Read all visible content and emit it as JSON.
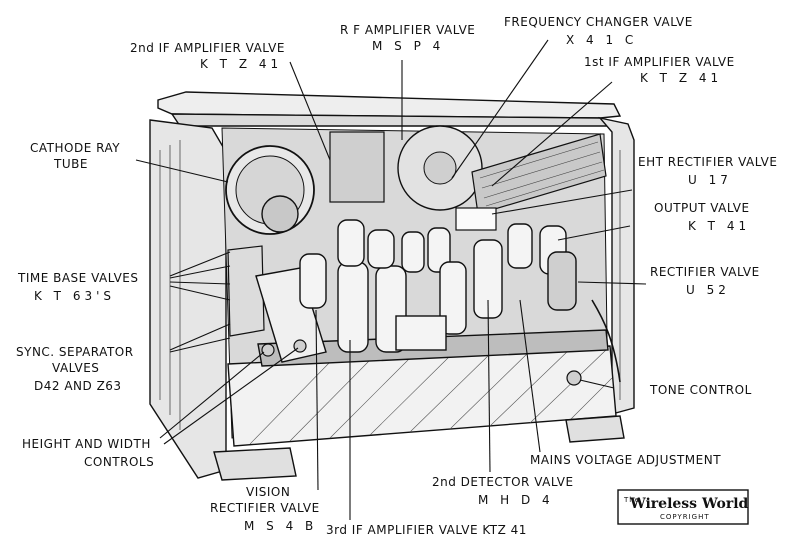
{
  "labels": {
    "if2_title": "2nd IF AMPLIFIER VALVE",
    "if2_code": "K T Z 41",
    "rf_title": "R F AMPLIFIER VALVE",
    "rf_code": "M S P 4",
    "fc_title": "FREQUENCY CHANGER VALVE",
    "fc_code": "X 4 1 C",
    "if1_title": "1st IF AMPLIFIER VALVE",
    "if1_code": "K T Z 41",
    "crt_line1": "CATHODE RAY",
    "crt_line2": "TUBE",
    "eht_title": "EHT RECTIFIER VALVE",
    "eht_code": "U 17",
    "out_title": "OUTPUT VALVE",
    "out_code": "K T 41",
    "tb_line1": "TIME BASE VALVES",
    "tb_line2": "K T 63'S",
    "rect_title": "RECTIFIER VALVE",
    "rect_code": "U 52",
    "sync_line1": "SYNC. SEPARATOR",
    "sync_line2": "VALVES",
    "sync_line3": "D42 AND Z63",
    "tone": "TONE CONTROL",
    "hw_line1": "HEIGHT AND WIDTH",
    "hw_line2": "CONTROLS",
    "mains": "MAINS VOLTAGE ADJUSTMENT",
    "det_title": "2nd DETECTOR VALVE",
    "det_code": "M H D 4",
    "vis_line1": "VISION",
    "vis_line2": "RECTIFIER VALVE",
    "vis_line3": "M S 4 B",
    "if3": "3rd IF AMPLIFIER VALVE KTZ 41"
  },
  "logo": {
    "the": "The",
    "name": "Wireless World",
    "copyright": "COPYRIGHT"
  }
}
